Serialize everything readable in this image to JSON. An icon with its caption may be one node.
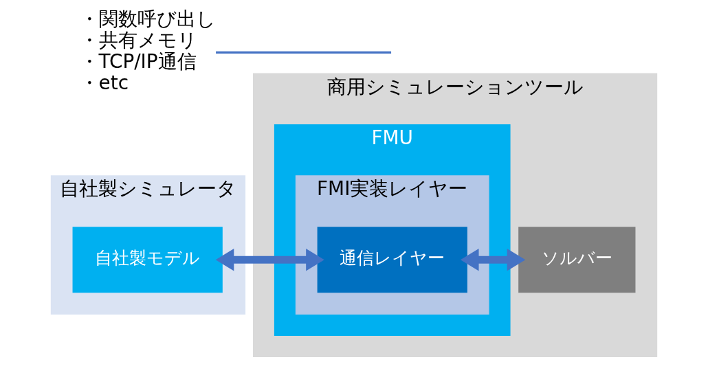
{
  "diagram": {
    "nodes": [
      {
        "text": [
          "自社製シミュレータ"
        ]
      },
      {
        "text": [
          "自社製モデル"
        ],
        "in": 0
      },
      {
        "text": [
          "商用シミュレーションツール"
        ]
      },
      {
        "text": [
          "FMU"
        ],
        "in": 2
      },
      {
        "text": [
          "FMI実装レイヤー"
        ],
        "in": 3
      },
      {
        "text": [
          "通信レイヤー"
        ],
        "in": 4
      },
      {
        "text": [
          "ソルバー"
        ],
        "in": 2
      },
      {
        "text": [
          "・関数呼び出し",
          "・共有メモリ",
          "・TCP/IP通信",
          "・etc"
        ]
      }
    ],
    "edges": [
      {
        "from": 1,
        "to": 5,
        "arrow": "both"
      },
      {
        "from": 5,
        "to": 6,
        "arrow": "both"
      },
      {
        "from": 7,
        "to": null,
        "arrow": "none"
      }
    ]
  }
}
